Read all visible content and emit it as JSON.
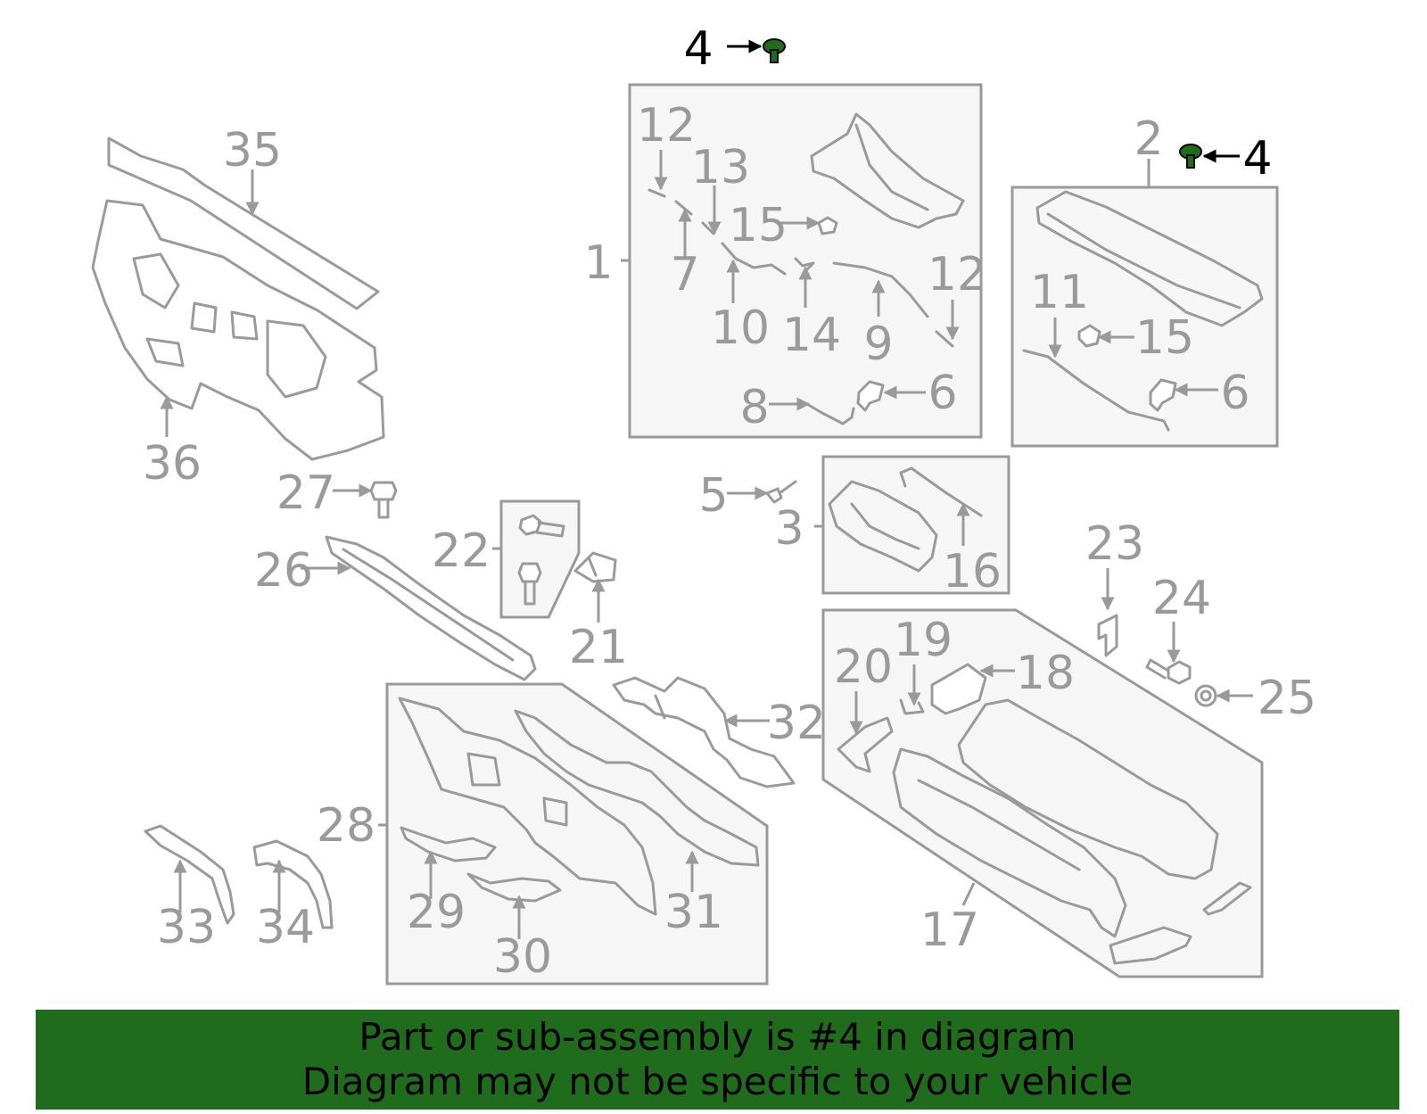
{
  "highlight_color": "#1f6d1c",
  "highlighted_part": "4",
  "banner": {
    "line1": "Part or sub-assembly is #4 in diagram",
    "line2": "Diagram may not be specific to your vehicle"
  },
  "labels": {
    "p1": "1",
    "p2": "2",
    "p3": "3",
    "p4a": "4",
    "p4b": "4",
    "p5": "5",
    "p6a": "6",
    "p6b": "6",
    "p7": "7",
    "p8": "8",
    "p9": "9",
    "p10": "10",
    "p11": "11",
    "p12a": "12",
    "p12b": "12",
    "p13": "13",
    "p14": "14",
    "p15a": "15",
    "p15b": "15",
    "p16": "16",
    "p17": "17",
    "p18": "18",
    "p19": "19",
    "p20": "20",
    "p21": "21",
    "p22": "22",
    "p23": "23",
    "p24": "24",
    "p25": "25",
    "p26": "26",
    "p27": "27",
    "p28": "28",
    "p29": "29",
    "p30": "30",
    "p31": "31",
    "p32": "32",
    "p33": "33",
    "p34": "34",
    "p35": "35",
    "p36": "36"
  }
}
